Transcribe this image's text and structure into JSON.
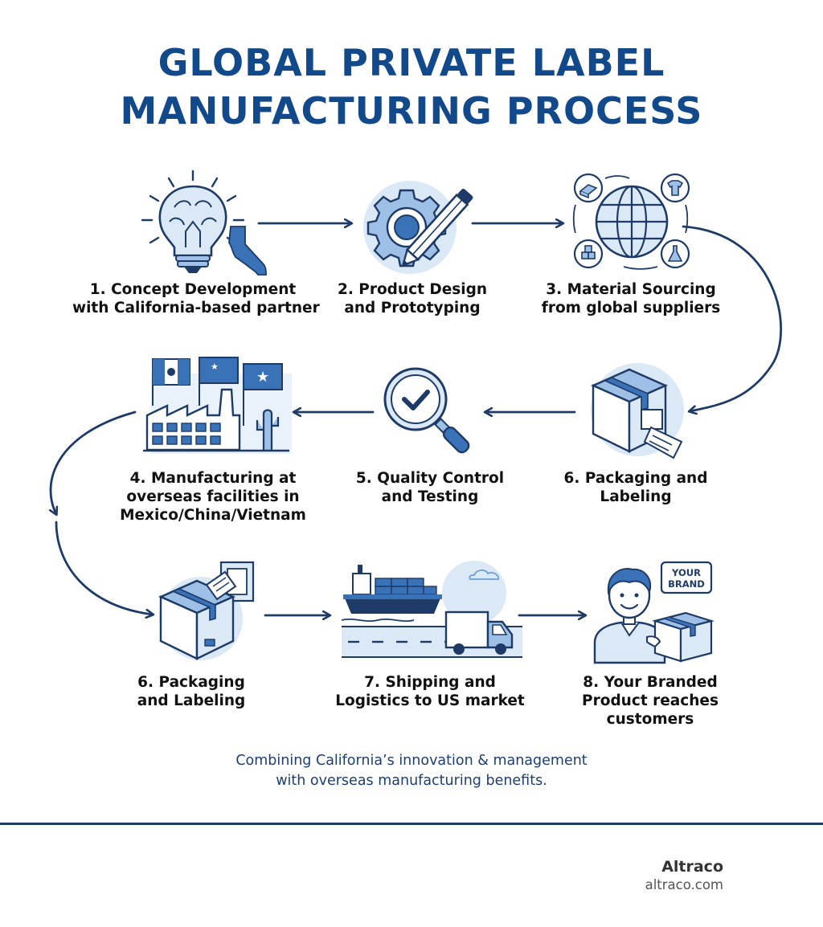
{
  "title": {
    "line1": "GLOBAL PRIVATE LABEL",
    "line2": "MANUFACTURING PROCESS"
  },
  "steps": [
    {
      "line1": "1. Concept Development",
      "line2": "with California-based partner"
    },
    {
      "line1": "2. Product Design",
      "line2": "and Prototyping"
    },
    {
      "line1": "3. Material Sourcing",
      "line2": "from global suppliers"
    },
    {
      "line1": "4. Manufacturing at",
      "line2": "overseas facilities in",
      "line3": "Mexico/China/Vietnam"
    },
    {
      "line1": "5. Quality Control",
      "line2": "and Testing"
    },
    {
      "line1": "6. Packaging and",
      "line2": "Labeling"
    },
    {
      "line1": "6. Packaging",
      "line2": "and Labeling"
    },
    {
      "line1": "7. Shipping and",
      "line2": "Logistics to US market"
    },
    {
      "line1": "8. Your Branded",
      "line2": "Product reaches",
      "line3": "customers"
    }
  ],
  "brand_sign": {
    "line1": "YOUR",
    "line2": "BRAND"
  },
  "caption": {
    "line1": "Combining California’s innovation & management",
    "line2": "with overseas manufacturing benefits."
  },
  "footer": {
    "company": "Altraco",
    "url": "altraco.com"
  },
  "colors": {
    "primary": "#12498a",
    "stroke": "#1d3b66",
    "light_fill": "#dbe8f6",
    "mid_fill": "#9fc0e6"
  }
}
